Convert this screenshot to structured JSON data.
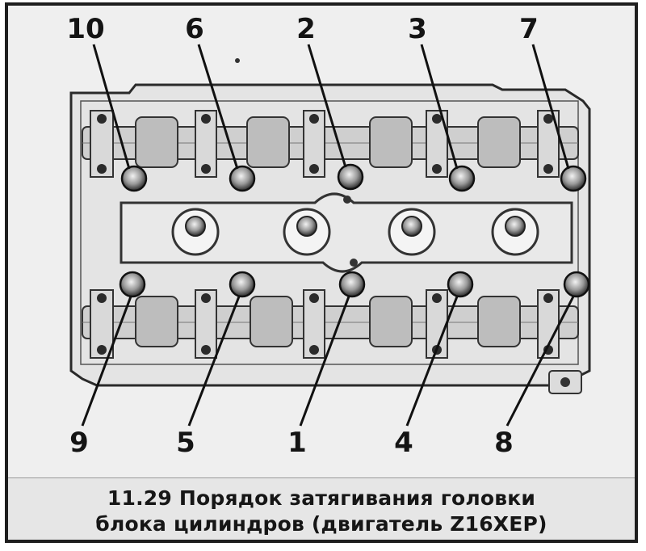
{
  "diagram": {
    "top_labels": [
      "10",
      "6",
      "2",
      "3",
      "7"
    ],
    "bottom_labels": [
      "9",
      "5",
      "1",
      "4",
      "8"
    ],
    "caption_line1": "11.29 Порядок затягивания головки",
    "caption_line2": "блока цилиндров (двигатель Z16XEP)"
  }
}
